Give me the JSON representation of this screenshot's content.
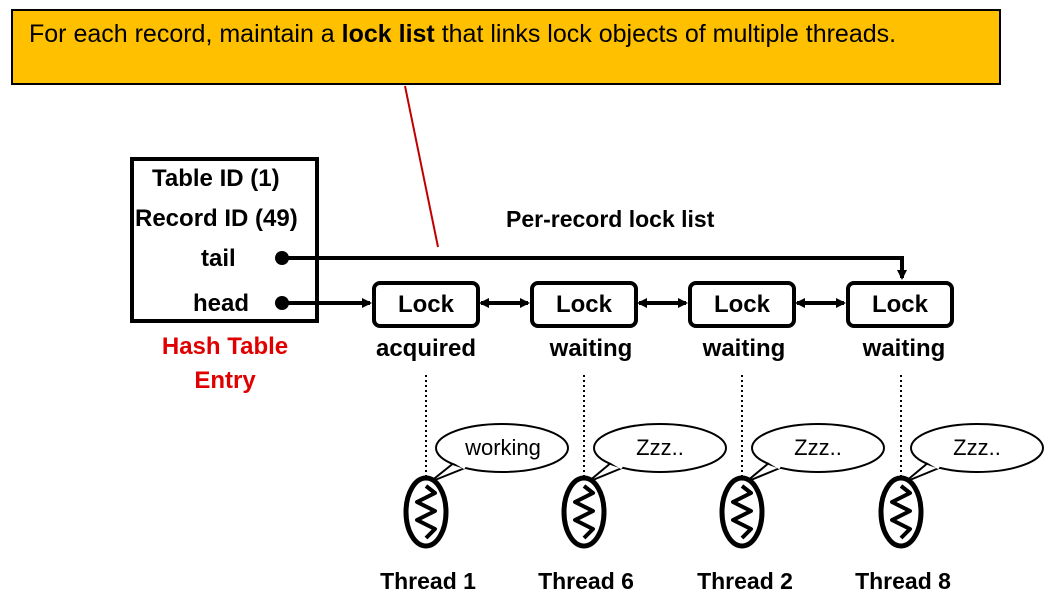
{
  "callout": {
    "text_before": "For each record, maintain a ",
    "text_bold": "lock list",
    "text_after": " that links lock objects of multiple threads."
  },
  "hash_entry": {
    "table_id": "Table ID (1)",
    "record_id": "Record ID (49)",
    "tail": "tail",
    "head": "head",
    "caption_line1": "Hash Table",
    "caption_line2": "Entry"
  },
  "list_title": "Per-record lock list",
  "locks": [
    {
      "label": "Lock",
      "state": "acquired",
      "bubble": "working",
      "thread": "Thread 1"
    },
    {
      "label": "Lock",
      "state": "waiting",
      "bubble": "Zzz..",
      "thread": "Thread 6"
    },
    {
      "label": "Lock",
      "state": "waiting",
      "bubble": "Zzz..",
      "thread": "Thread 2"
    },
    {
      "label": "Lock",
      "state": "waiting",
      "bubble": "Zzz..",
      "thread": "Thread 8"
    }
  ],
  "colors": {
    "callout_fill": "#ffc000",
    "caption_red": "#e00000",
    "pointer_line": "#c00000"
  }
}
